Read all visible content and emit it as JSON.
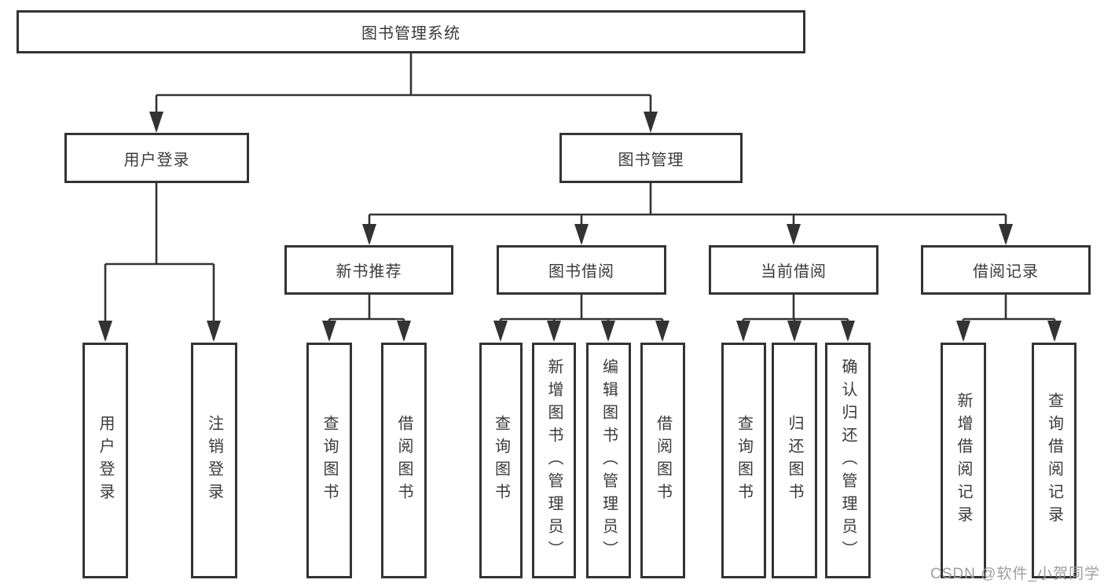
{
  "diagram": {
    "root": {
      "label": "图书管理系统"
    },
    "branches": [
      {
        "label": "用户登录",
        "children": [
          {
            "label": "用户登录"
          },
          {
            "label": "注销登录"
          }
        ]
      },
      {
        "label": "图书管理",
        "children": [
          {
            "label": "新书推荐",
            "children": [
              {
                "label": "查询图书"
              },
              {
                "label": "借阅图书"
              }
            ]
          },
          {
            "label": "图书借阅",
            "children": [
              {
                "label": "查询图书"
              },
              {
                "label": "新增图书（管理员）"
              },
              {
                "label": "编辑图书（管理员）"
              },
              {
                "label": "借阅图书"
              }
            ]
          },
          {
            "label": "当前借阅",
            "children": [
              {
                "label": "查询图书"
              },
              {
                "label": "归还图书"
              },
              {
                "label": "确认归还（管理员）"
              }
            ]
          },
          {
            "label": "借阅记录",
            "children": [
              {
                "label": "新增借阅记录"
              },
              {
                "label": "查询借阅记录"
              }
            ]
          }
        ]
      }
    ],
    "watermark": "CSDN @软件_小贺同学"
  },
  "colors": {
    "line": "#333333",
    "text": "#3a3a3a",
    "box-bg": "#ffffff",
    "watermark": "#9e9e9e"
  }
}
